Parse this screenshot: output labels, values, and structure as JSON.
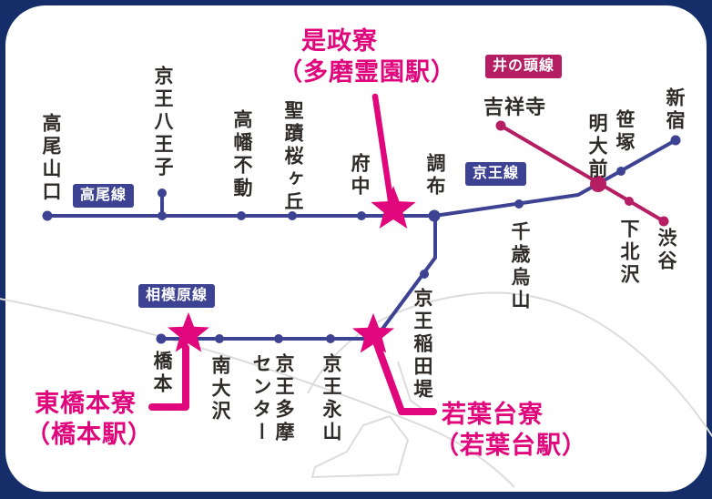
{
  "map": {
    "line_badges": {
      "takao": "高尾線",
      "keio": "京王線",
      "inokashira": "井の頭線",
      "sagamihara": "相模原線"
    },
    "stations": {
      "takaosanguchi": "高尾山口",
      "keiohachioji": "京王八王子",
      "takahatafudo": "高幡不動",
      "seisekisakuragaoka": "聖蹟桜ヶ丘",
      "fuchu": "府中",
      "chofu": "調布",
      "chitosekarasuyama": "千歳烏山",
      "meidaimae": "明大前",
      "sasazuka": "笹塚",
      "shinjuku": "新宿",
      "kichijoji": "吉祥寺",
      "shimokitazawa": "下北沢",
      "shibuya": "渋谷",
      "keioinadazutsumi": "京王稲田堤",
      "keionagayama": "京王永山",
      "keiotamacenter": "京王多摩センター",
      "minamiosawa": "南大沢",
      "hashimoto": "橋本"
    },
    "dorms": {
      "koremasa": {
        "name": "是政寮",
        "station": "（多磨霊園駅）"
      },
      "higashihashimoto": {
        "name": "東橋本寮",
        "station": "（橋本駅）"
      },
      "wakabadai": {
        "name": "若葉台寮",
        "station": "（若葉台駅）"
      }
    },
    "colors": {
      "keio_navy": "#3d4392",
      "inokashira_crimson": "#b51e62",
      "dorm_magenta": "#e0077d",
      "frame_navy": "#152e6a",
      "station_text": "#2f2b28",
      "deco_gray": "#dcdcdc"
    }
  }
}
